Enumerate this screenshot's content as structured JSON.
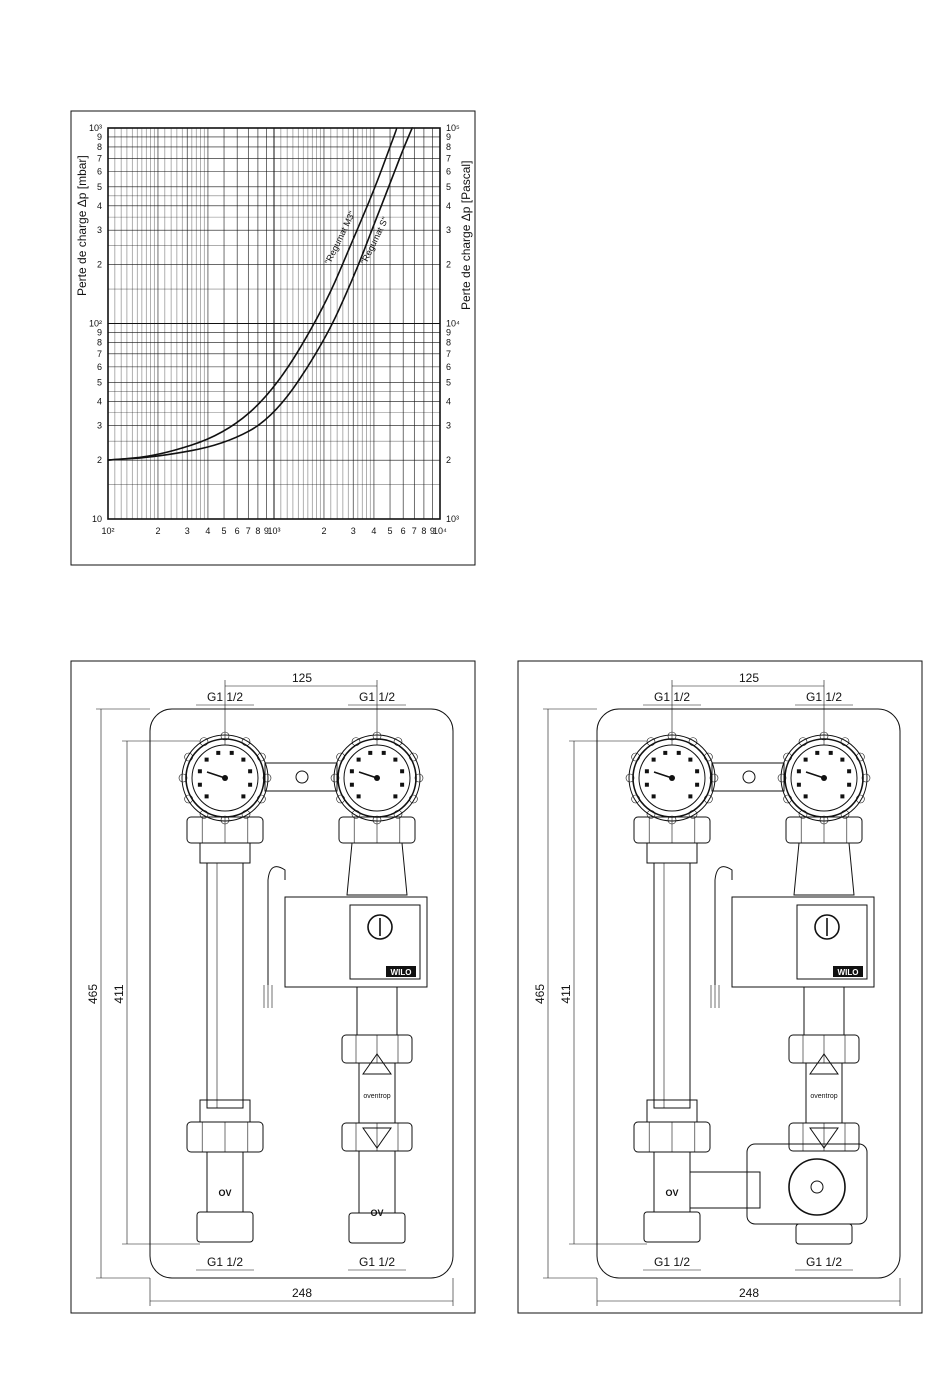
{
  "chart_data": {
    "type": "line",
    "x_scale": "log",
    "y_scale": "log",
    "xlim": [
      100,
      10000
    ],
    "ylim": [
      10,
      1000
    ],
    "y2lim": [
      1000,
      100000
    ],
    "ylabel": "Perte de charge Δp [mbar]",
    "y2label": "Perte de charge Δp [Pascal]",
    "x_tick_labels": [
      "10²",
      "2",
      "3",
      "4",
      "5",
      "6",
      "7",
      "8",
      "9",
      "10³",
      "2",
      "3",
      "4",
      "5",
      "6",
      "7",
      "8",
      "9",
      "10⁴"
    ],
    "y_tick_labels": [
      "10³",
      "9",
      "8",
      "7",
      "6",
      "5",
      "4",
      "3",
      "2",
      "10²",
      "9",
      "8",
      "7",
      "6",
      "5",
      "4",
      "3",
      "2",
      "10"
    ],
    "y2_tick_labels": [
      "10⁵",
      "9",
      "8",
      "7",
      "6",
      "5",
      "4",
      "3",
      "2",
      "10⁴",
      "9",
      "8",
      "7",
      "6",
      "5",
      "4",
      "3",
      "2",
      "10³"
    ],
    "grid": true,
    "series": [
      {
        "name": "\"Regumat M3\"",
        "x": [
          100,
          200,
          500,
          1000,
          2000,
          3000,
          4000,
          5000,
          5500
        ],
        "y": [
          20,
          21,
          27,
          45,
          120,
          270,
          480,
          800,
          1000
        ]
      },
      {
        "name": "\"Regumat S\"",
        "x": [
          100,
          200,
          500,
          1000,
          2000,
          3000,
          4000,
          5000,
          6000,
          6800
        ],
        "y": [
          20,
          20.8,
          24,
          33,
          80,
          170,
          320,
          520,
          780,
          1000
        ]
      }
    ]
  },
  "drawings": [
    {
      "dim_top": "125",
      "conn_top_left": "G1 1/2",
      "conn_top_right": "G1 1/2",
      "dim_height_outer": "465",
      "dim_height_inner": "411",
      "conn_bottom_left": "G1 1/2",
      "conn_bottom_right": "G1 1/2",
      "dim_width": "248",
      "pump_brand": "WILO",
      "valve_brand": "oventrop",
      "mark_left": "OV",
      "mark_right": "OV"
    },
    {
      "dim_top": "125",
      "conn_top_left": "G1 1/2",
      "conn_top_right": "G1 1/2",
      "dim_height_outer": "465",
      "dim_height_inner": "411",
      "conn_bottom_left": "G1 1/2",
      "conn_bottom_right": "G1 1/2",
      "dim_width": "248",
      "pump_brand": "WILO",
      "valve_brand": "oventrop",
      "mark_left": "OV"
    }
  ]
}
